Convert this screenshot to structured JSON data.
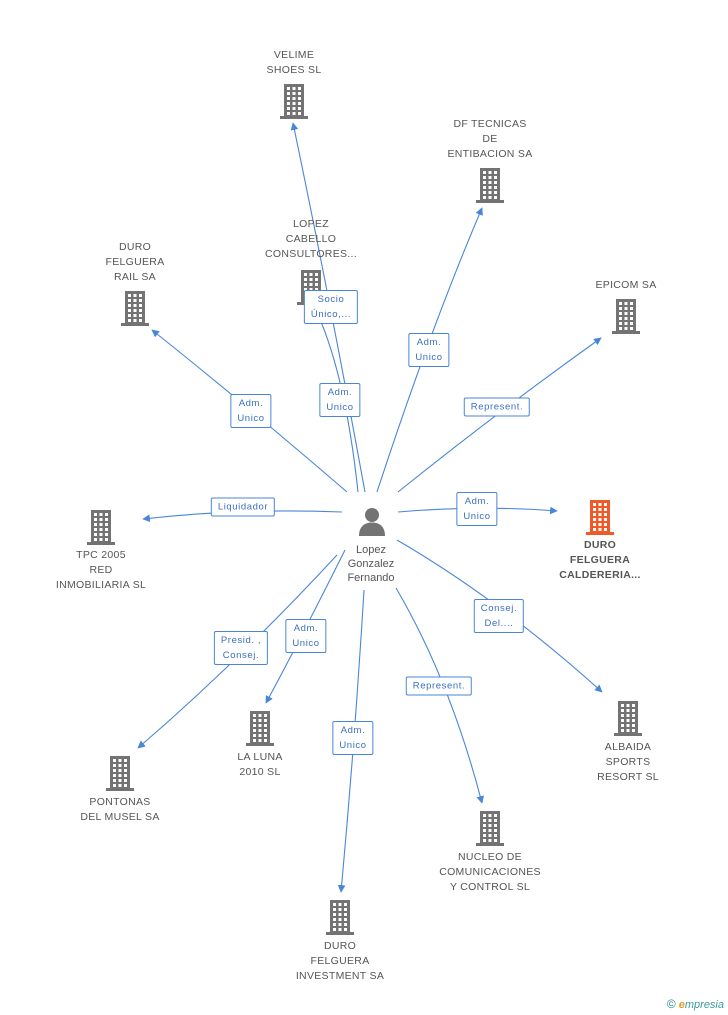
{
  "colors": {
    "edge": "#4a86d8",
    "building": "#737373",
    "building_focus": "#f05a28",
    "person": "#737373"
  },
  "person": {
    "icon": "person-icon",
    "name_lines": [
      "Lopez",
      "Gonzalez",
      "Fernando"
    ]
  },
  "nodes": [
    {
      "id": "velime",
      "icon": "building-icon",
      "label_lines": [
        "VELIME",
        "SHOES SL"
      ],
      "focus": false
    },
    {
      "id": "df-tecnicas",
      "icon": "building-icon",
      "label_lines": [
        "DF TECNICAS",
        "DE",
        "ENTIBACION SA"
      ],
      "focus": false
    },
    {
      "id": "lopez-cabello",
      "icon": "building-icon",
      "label_lines": [
        "LOPEZ",
        "CABELLO",
        "CONSULTORES..."
      ],
      "focus": false
    },
    {
      "id": "duro-rail",
      "icon": "building-icon",
      "label_lines": [
        "DURO",
        "FELGUERA",
        "RAIL SA"
      ],
      "focus": false
    },
    {
      "id": "epicom",
      "icon": "building-icon",
      "label_lines": [
        "EPICOM SA"
      ],
      "focus": false
    },
    {
      "id": "tpc-2005",
      "icon": "building-icon",
      "label_lines": [
        "TPC 2005",
        "RED",
        "INMOBILIARIA SL"
      ],
      "focus": false
    },
    {
      "id": "duro-caldereria",
      "icon": "building-icon",
      "label_lines": [
        "DURO",
        "FELGUERA",
        "CALDERERIA..."
      ],
      "focus": true
    },
    {
      "id": "albaida",
      "icon": "building-icon",
      "label_lines": [
        "ALBAIDA",
        "SPORTS",
        "RESORT SL"
      ],
      "focus": false
    },
    {
      "id": "la-luna",
      "icon": "building-icon",
      "label_lines": [
        "LA LUNA",
        "2010 SL"
      ],
      "focus": false
    },
    {
      "id": "pontonas",
      "icon": "building-icon",
      "label_lines": [
        "PONTONAS",
        "DEL MUSEL SA"
      ],
      "focus": false
    },
    {
      "id": "nucleo",
      "icon": "building-icon",
      "label_lines": [
        "NUCLEO DE",
        "COMUNICACIONES",
        "Y CONTROL SL"
      ],
      "focus": false
    },
    {
      "id": "duro-investment",
      "icon": "building-icon",
      "label_lines": [
        "DURO",
        "FELGUERA",
        "INVESTMENT SA"
      ],
      "focus": false
    }
  ],
  "edges": [
    {
      "to": "velime",
      "label_lines": [
        "Adm.",
        "Unico"
      ]
    },
    {
      "to": "lopez-cabello",
      "label_lines": [
        "Socio",
        "Único,..."
      ]
    },
    {
      "to": "df-tecnicas",
      "label_lines": [
        "Adm.",
        "Unico"
      ]
    },
    {
      "to": "duro-rail",
      "label_lines": [
        "Adm.",
        "Unico"
      ]
    },
    {
      "to": "epicom",
      "label_lines": [
        "Represent."
      ]
    },
    {
      "to": "tpc-2005",
      "label_lines": [
        "Liquidador"
      ]
    },
    {
      "to": "duro-caldereria",
      "label_lines": [
        "Adm.",
        "Unico"
      ]
    },
    {
      "to": "albaida",
      "label_lines": [
        "Consej.",
        "Del...."
      ]
    },
    {
      "to": "la-luna",
      "label_lines": [
        "Adm.",
        "Unico"
      ]
    },
    {
      "to": "pontonas",
      "label_lines": [
        "Presid. ,",
        "Consej."
      ]
    },
    {
      "to": "nucleo",
      "label_lines": [
        "Represent."
      ]
    },
    {
      "to": "duro-investment",
      "label_lines": [
        "Adm.",
        "Unico"
      ]
    }
  ],
  "footer": {
    "copyright": "©",
    "brand_initial": "e",
    "brand_rest": "mpresia"
  }
}
